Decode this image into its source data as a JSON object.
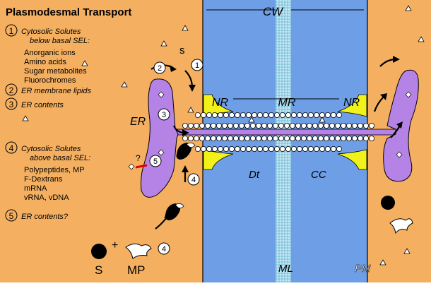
{
  "title": "Plasmodesmal Transport",
  "legend": {
    "items": [
      {
        "num": "1",
        "lines": [
          "Cytosolic Solutes",
          "below basal SEL:"
        ],
        "sub": [
          "Anorganic ions",
          "Amino acids",
          "Sugar metabolites",
          "Fluorochromes"
        ]
      },
      {
        "num": "2",
        "lines": [
          "ER membrane lipids"
        ],
        "sub": []
      },
      {
        "num": "3",
        "lines": [
          "ER contents"
        ],
        "sub": []
      },
      {
        "num": "4",
        "lines": [
          "Cytosolic Solutes",
          "above basal SEL:"
        ],
        "sub": [
          "Polypeptides, MP",
          "F-Dextrans",
          "mRNA",
          "vRNA, vDNA"
        ]
      },
      {
        "num": "5",
        "lines": [
          "ER contents?"
        ],
        "sub": []
      }
    ]
  },
  "labels": {
    "cw": "CW",
    "mr": "MR",
    "nr_left": "NR",
    "nr_right": "NR",
    "dt": "Dt",
    "cc": "CC",
    "ml": "ML",
    "pm": "PM",
    "er": "ER",
    "s_top": "s",
    "s_bottom": "S",
    "mp": "MP",
    "plus": "+",
    "question": "?"
  },
  "markers": {
    "one": "1",
    "two": "2",
    "three": "3",
    "four_a": "4",
    "four_b": "4",
    "five": "5"
  },
  "colors": {
    "cell": "#f4b060",
    "wall": "#6e9ee6",
    "middle_lamella": "#9fd4e8",
    "er": "#b583e6",
    "neck": "#f2f21a",
    "beads": "#ffffff",
    "outline": "#000000"
  }
}
